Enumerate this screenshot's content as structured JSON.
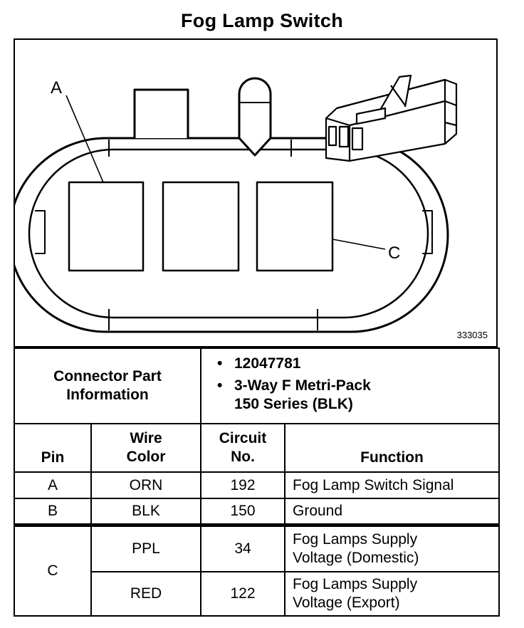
{
  "title": "Fog Lamp Switch",
  "figure": {
    "callouts": {
      "a": "A",
      "c": "C"
    },
    "figure_number": "333035"
  },
  "connector_info": {
    "label_line1": "Connector Part",
    "label_line2": "Information",
    "bullet": "•",
    "part_number": "12047781",
    "description_line1": "3-Way F Metri-Pack",
    "description_line2": "150 Series (BLK)"
  },
  "table": {
    "headers": {
      "pin": "Pin",
      "wire_color_line1": "Wire",
      "wire_color_line2": "Color",
      "circuit_line1": "Circuit",
      "circuit_line2": "No.",
      "function": "Function"
    },
    "rows": [
      {
        "pin": "A",
        "wire_color": "ORN",
        "circuit": "192",
        "function_line1": "Fog Lamp Switch Signal",
        "function_line2": ""
      },
      {
        "pin": "B",
        "wire_color": "BLK",
        "circuit": "150",
        "function_line1": "Ground",
        "function_line2": ""
      },
      {
        "pin": "C",
        "wire_color": "PPL",
        "circuit": "34",
        "function_line1": "Fog Lamps Supply",
        "function_line2": "Voltage (Domestic)"
      },
      {
        "pin": "",
        "wire_color": "RED",
        "circuit": "122",
        "function_line1": "Fog Lamps Supply",
        "function_line2": "Voltage (Export)"
      }
    ]
  }
}
